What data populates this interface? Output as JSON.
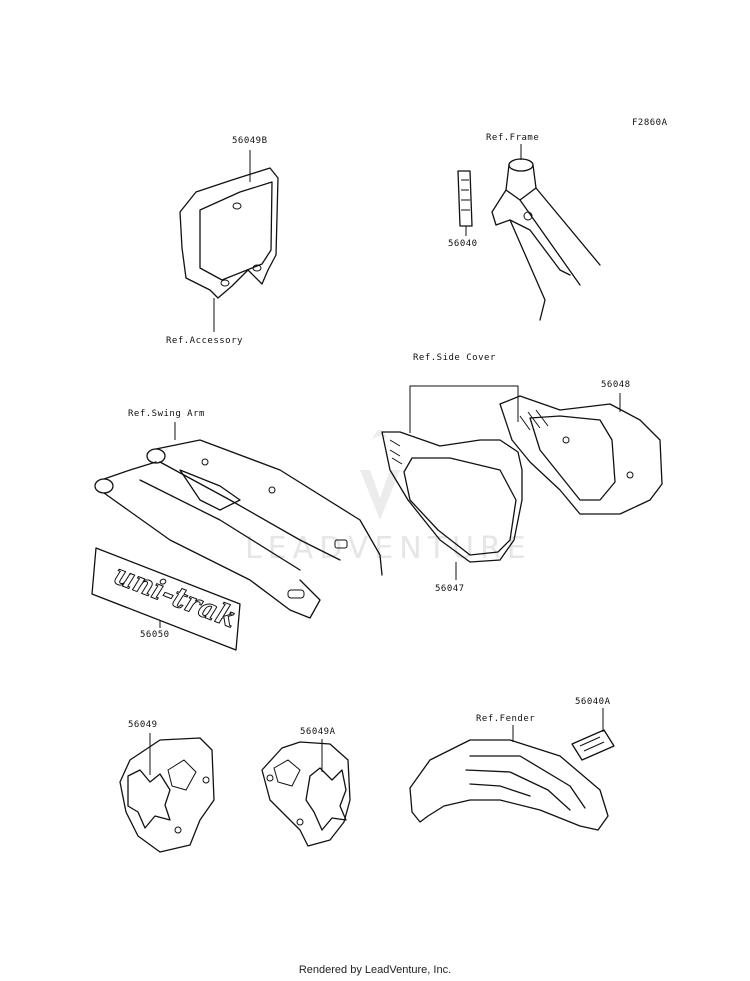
{
  "figure_code": "F2860A",
  "watermark": "LEADVENTURE",
  "footer": "Rendered by LeadVenture, Inc.",
  "labels": {
    "p56049B": "56049B",
    "ref_accessory": "Ref.Accessory",
    "ref_frame": "Ref.Frame",
    "p56040": "56040",
    "ref_side_cover": "Ref.Side Cover",
    "p56048": "56048",
    "ref_swing_arm": "Ref.Swing Arm",
    "p56047": "56047",
    "p56050": "56050",
    "decal_text": "uni-trak",
    "p56049": "56049",
    "p56049A": "56049A",
    "ref_fender": "Ref.Fender",
    "p56040A": "56040A"
  }
}
